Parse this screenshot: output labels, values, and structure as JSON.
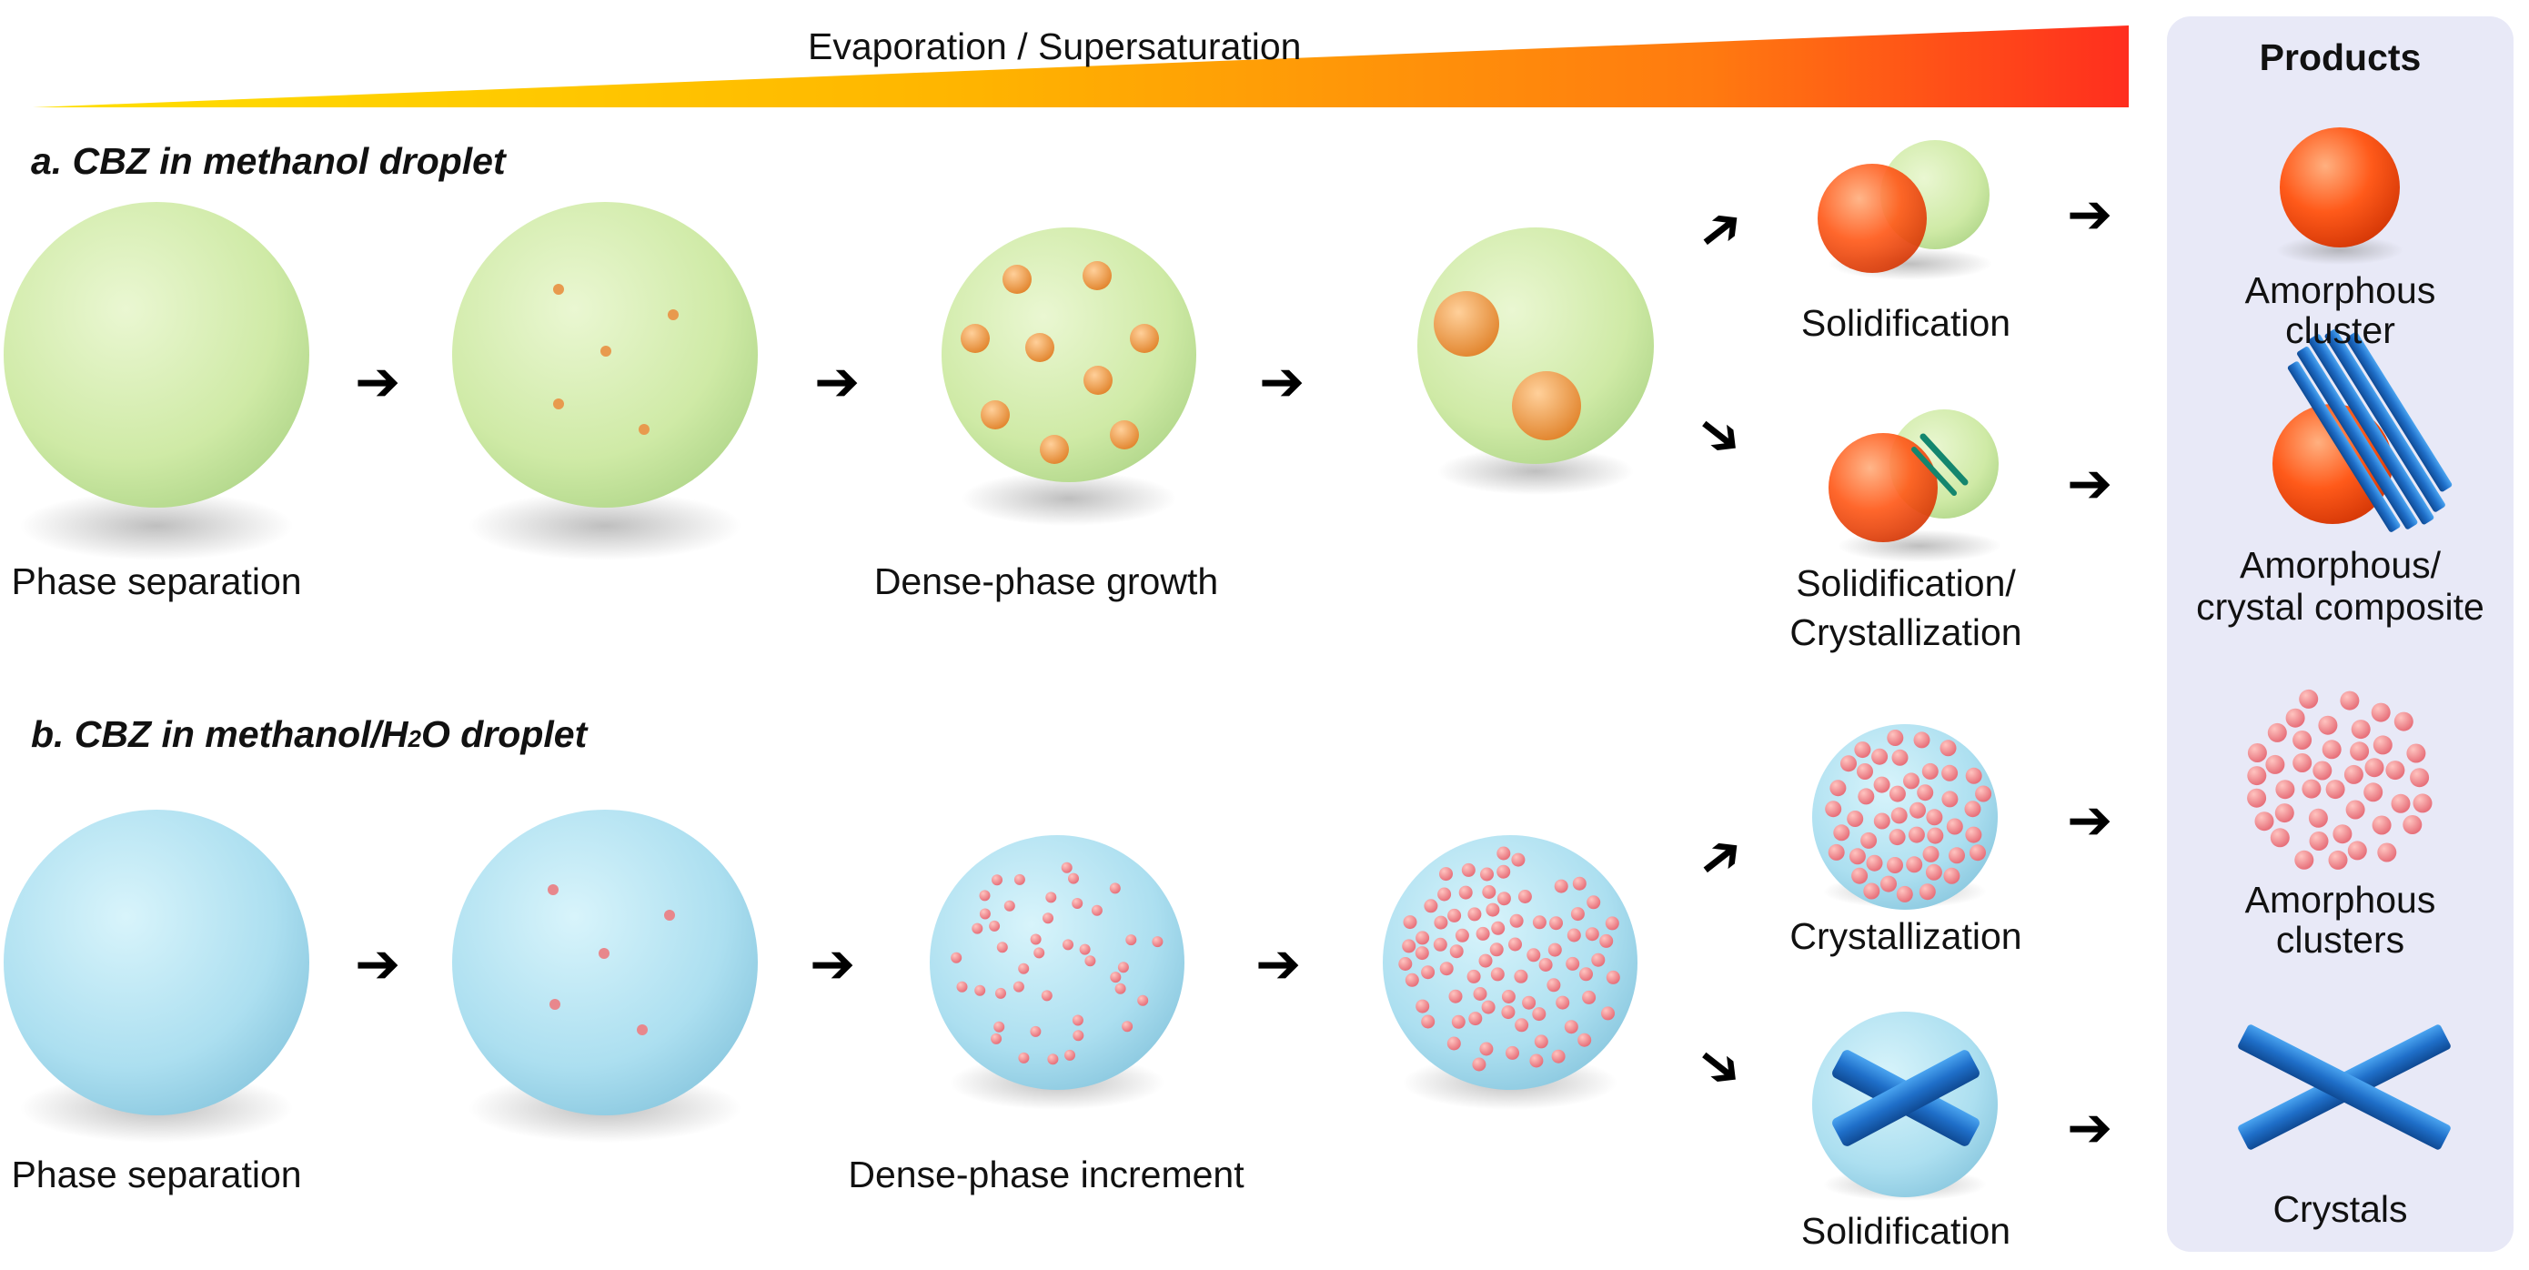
{
  "gradient_label": "Evaporation / Supersaturation",
  "products_heading": "Products",
  "colors": {
    "green_droplet": "#cfeaa8",
    "blue_droplet": "#aee3f3",
    "amorphous": "#ff5a1a",
    "crystal": "#1f6fc9",
    "cluster_dot": "#f28a8a",
    "panel": "#e8e9f7"
  },
  "section_a": {
    "title": "a. CBZ in methanol droplet",
    "stage1_label": "Phase separation",
    "stage2_label": "Dense-phase growth",
    "path1_label": "Solidification",
    "path2_label_line1": "Solidification/",
    "path2_label_line2": "Crystallization",
    "product1_line1": "Amorphous",
    "product1_line2": "cluster",
    "product2_line1": "Amorphous/",
    "product2_line2": "crystal composite"
  },
  "section_b": {
    "title_pre": "b. CBZ in methanol/H",
    "title_sub": "2",
    "title_post": "O droplet",
    "stage1_label": "Phase separation",
    "stage2_label": "Dense-phase increment",
    "path1_label": "Crystallization",
    "path2_label": "Solidification",
    "product1_line1": "Amorphous",
    "product1_line2": "clusters",
    "product2_line1": "Crystals"
  }
}
